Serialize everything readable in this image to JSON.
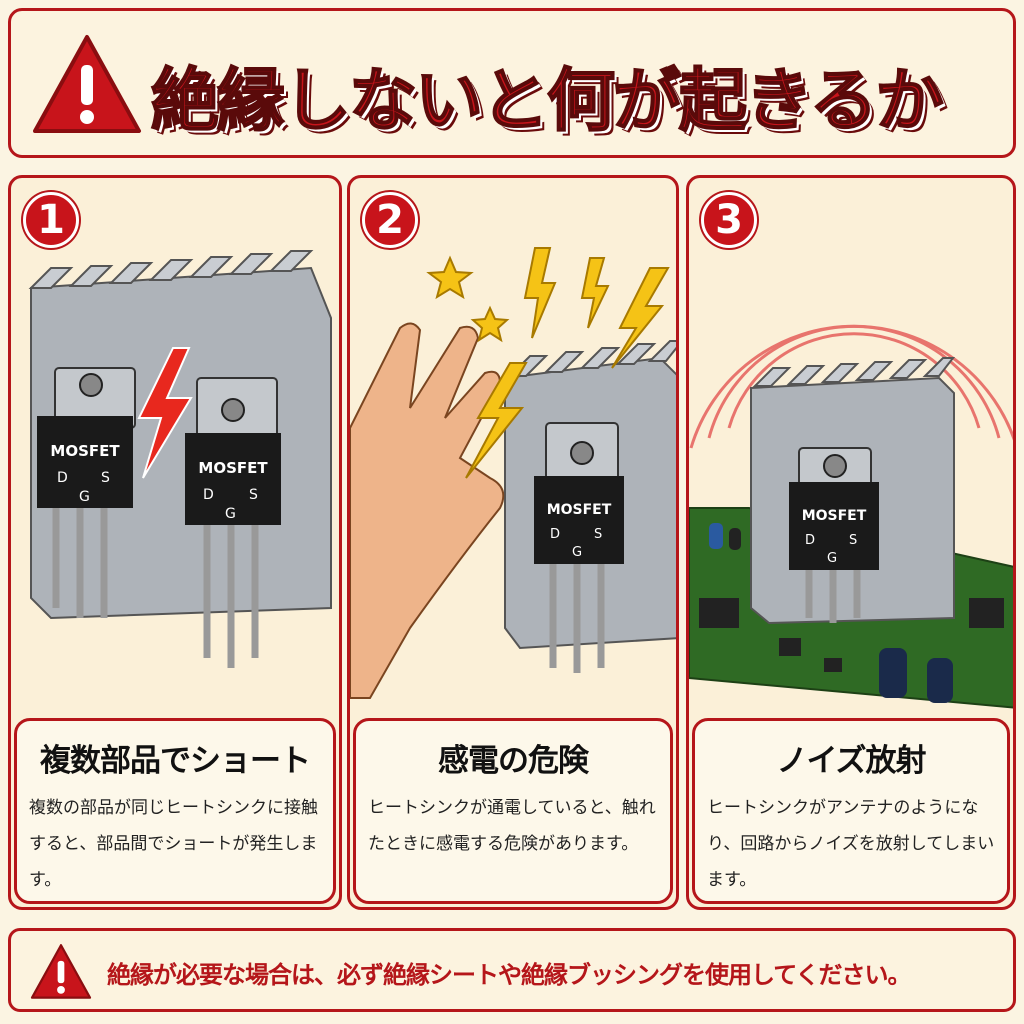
{
  "header": {
    "title": "絶縁しないと何が起きるか",
    "icon": "warning-triangle-icon"
  },
  "component": {
    "name": "MOSFET",
    "pin_d": "D",
    "pin_s": "S",
    "pin_g": "G"
  },
  "panels": [
    {
      "number": "1",
      "title": "複数部品でショート",
      "description": "複数の部品が同じヒートシンクに接触すると、部品間でショートが発生します。"
    },
    {
      "number": "2",
      "title": "感電の危険",
      "description": "ヒートシンクが通電していると、触れたときに感電する危険があります。"
    },
    {
      "number": "3",
      "title": "ノイズ放射",
      "description": "ヒートシンクがアンテナのようになり、回路からノイズを放射してしまいます。"
    }
  ],
  "footer": {
    "message": "絶縁が必要な場合は、必ず絶縁シートや絶縁ブッシングを使用してください。"
  },
  "colors": {
    "accent": "#c8141b",
    "background": "#fbf4e2",
    "heatsink": "#b8bcc2"
  }
}
